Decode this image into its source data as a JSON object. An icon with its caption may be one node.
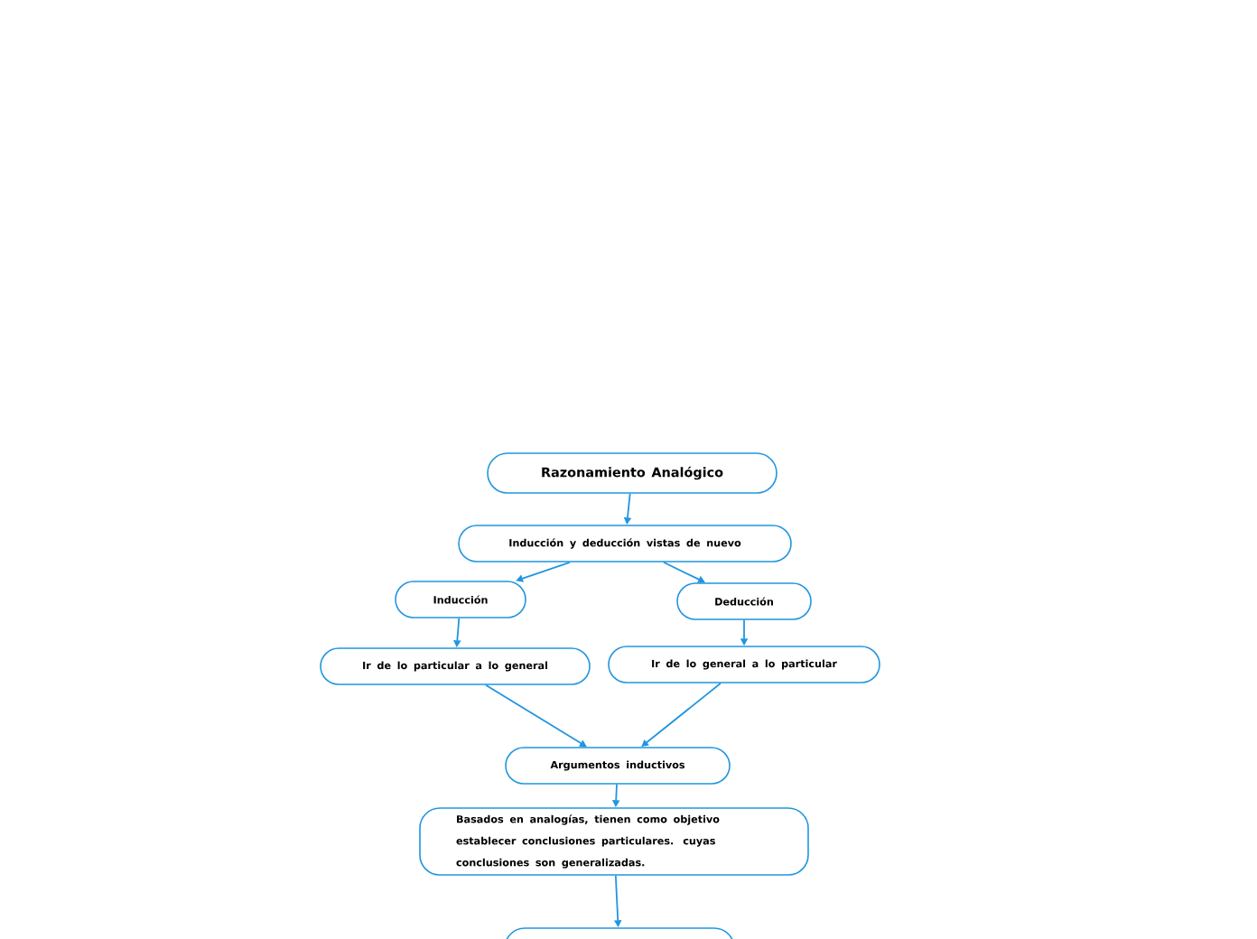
{
  "diagram": {
    "nodes": [
      {
        "text": [
          "Razonamiento Analógico"
        ]
      },
      {
        "text": [
          "Inducción y deducción vistas de nuevo"
        ]
      },
      {
        "text": [
          "Inducción"
        ]
      },
      {
        "text": [
          "Deducción"
        ]
      },
      {
        "text": [
          "Ir de lo particular a lo general"
        ]
      },
      {
        "text": [
          "Ir de lo general a lo particular"
        ]
      },
      {
        "text": [
          "Argumentos inductivos"
        ]
      },
      {
        "text": [
          "Basados en analogías, tienen como objetivo establecer conclusiones particulares. cuyas conclusiones son generalizadas."
        ]
      },
      {
        "text": [],
        "shape": "box"
      }
    ],
    "edges": [
      {
        "from": 0,
        "to": 1,
        "arrow": "to"
      },
      {
        "from": 1,
        "to": 2,
        "arrow": "to"
      },
      {
        "from": 1,
        "to": 3,
        "arrow": "to"
      },
      {
        "from": 2,
        "to": 4,
        "arrow": "to"
      },
      {
        "from": 3,
        "to": 5,
        "arrow": "to"
      },
      {
        "from": 4,
        "to": 6,
        "arrow": "to"
      },
      {
        "from": 5,
        "to": 6,
        "arrow": "to"
      },
      {
        "from": 6,
        "to": 7,
        "arrow": "to"
      },
      {
        "from": 7,
        "to": 8,
        "arrow": "to"
      }
    ]
  }
}
